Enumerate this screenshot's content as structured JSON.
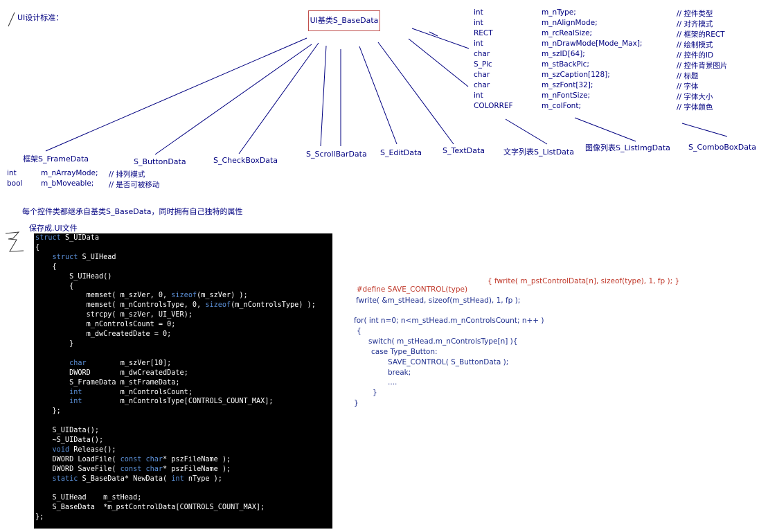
{
  "header_label": "UI设计标准：",
  "base_class": "UI基类S_BaseData",
  "base_fields": [
    {
      "type": "int",
      "name": "m_nType;",
      "comment": "// 控件类型"
    },
    {
      "type": "int",
      "name": "m_nAlignMode;",
      "comment": "// 对齐模式"
    },
    {
      "type": "RECT",
      "name": "m_rcRealSize;",
      "comment": "// 框架的RECT"
    },
    {
      "type": "int",
      "name": "m_nDrawMode[Mode_Max];",
      "comment": "// 绘制模式"
    },
    {
      "type": "char",
      "name": "m_szID[64];",
      "comment": "// 控件的ID"
    },
    {
      "type": "S_Pic",
      "name": "m_stBackPic;",
      "comment": "// 控件背景图片"
    },
    {
      "type": "char",
      "name": "m_szCaption[128];",
      "comment": "// 标题"
    },
    {
      "type": "char",
      "name": "m_szFont[32];",
      "comment": "// 字体"
    },
    {
      "type": "int",
      "name": "m_nFontSize;",
      "comment": "// 字体大小"
    },
    {
      "type": "COLORREF",
      "name": "m_colFont;",
      "comment": "// 字体颜色"
    }
  ],
  "subclasses": [
    "框架S_FrameData",
    "S_ButtonData",
    "S_CheckBoxData",
    "S_ScrollBarData",
    "S_EditData",
    "S_TextData",
    "文字列表S_ListData",
    "图像列表S_ListImgData",
    "S_ComboBoxData"
  ],
  "frame_fields": [
    {
      "type": "int",
      "name": "m_nArrayMode;",
      "comment": "// 排列模式"
    },
    {
      "type": "bool",
      "name": "m_bMoveable;",
      "comment": "// 是否可被移动"
    }
  ],
  "inherit_note": "每个控件类都继承自基类S_BaseData，同时拥有自己独特的属性",
  "save_label": "保存成.UI文件",
  "save_code": {
    "define_name": "#define SAVE_CONTROL(type)",
    "define_body": "{ fwrite( m_pstControlData[n], sizeof(type), 1, fp ); }",
    "lines": [
      "fwrite( &m_stHead, sizeof(m_stHead), 1, fp );",
      "for( int n=0; n<m_stHead.m_nControlsCount; n++ )",
      "{",
      "switch( m_stHead.m_nControlsType[n] ){",
      "case Type_Button:",
      "SAVE_CONTROL( S_ButtonData );",
      "break;",
      "....",
      "}",
      "}"
    ]
  }
}
